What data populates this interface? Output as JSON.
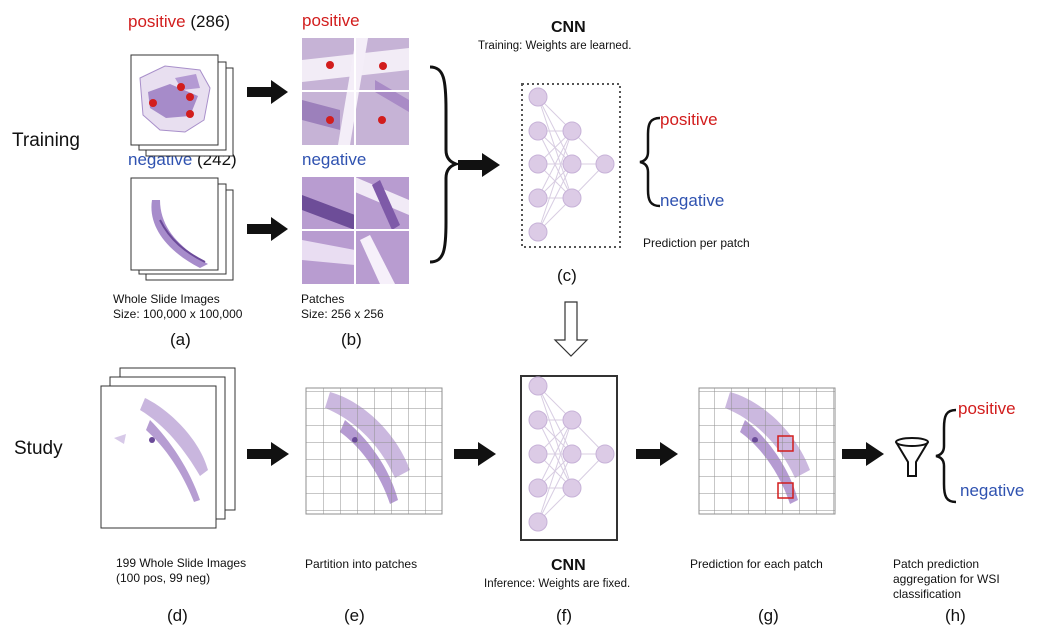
{
  "rows": {
    "training": "Training",
    "study": "Study"
  },
  "training": {
    "positive_label": "positive",
    "positive_count": "(286)",
    "negative_label": "negative",
    "negative_count": "(242)",
    "patches_positive": "positive",
    "patches_negative": "negative",
    "wsi_caption": [
      "Whole Slide Images",
      "Size: 100,000 x 100,000"
    ],
    "patches_caption": [
      "Patches",
      "Size: 256 x 256"
    ],
    "cnn_title": "CNN",
    "cnn_subtitle": "Training: Weights are learned.",
    "out_positive": "positive",
    "out_negative": "negative",
    "prediction_note": "Prediction per patch"
  },
  "study": {
    "wsi_caption": [
      "199 Whole Slide Images",
      "(100 pos, 99 neg)"
    ],
    "partition_caption": "Partition into patches",
    "cnn_title": "CNN",
    "cnn_subtitle": "Inference: Weights are fixed.",
    "prediction_caption": "Prediction for each patch",
    "aggregation_caption": [
      "Patch prediction",
      "aggregation for WSI",
      "classification"
    ],
    "out_positive": "positive",
    "out_negative": "negative"
  },
  "panel_labels": [
    "(a)",
    "(b)",
    "(c)",
    "(d)",
    "(e)",
    "(f)",
    "(g)",
    "(h)"
  ],
  "colors": {
    "positive": "#d21d1d",
    "negative": "#2f52b0",
    "node": "#dcc7e4",
    "tissue": "#9b79c2"
  },
  "icons": [
    "right-arrow-icon",
    "down-arrow-icon",
    "brace-icon",
    "funnel-icon"
  ]
}
